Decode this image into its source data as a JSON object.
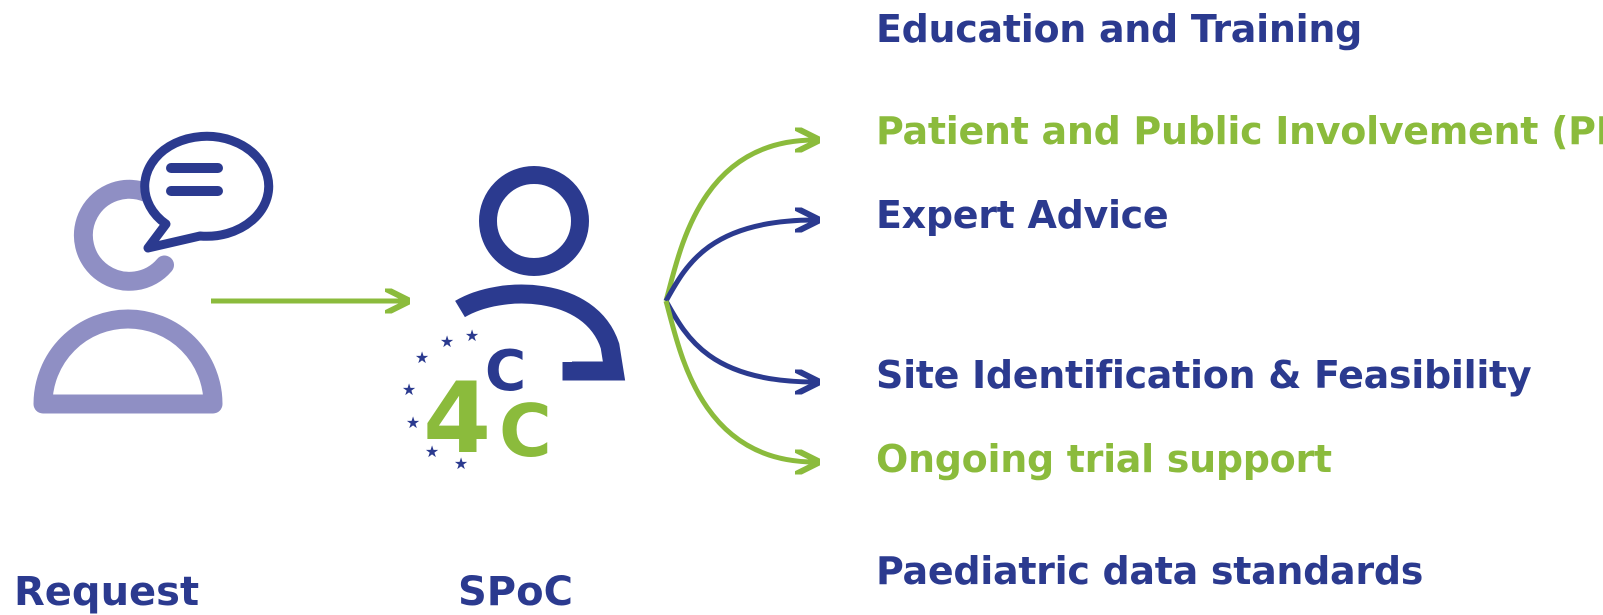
{
  "colors": {
    "navy": "#2b3a8f",
    "green": "#8bbb3c",
    "lavender": "#8f8fc4"
  },
  "icons": {
    "requester": "person-with-speech-bubble-icon",
    "spoc": "person-icon",
    "logo": "4c-logo"
  },
  "logo": {
    "text_big": "4",
    "text_c_top": "C",
    "text_c_bottom": "C"
  },
  "labels": {
    "request": "Request",
    "spoc": "SPoC"
  },
  "services": [
    {
      "label": "Education and Training",
      "color": "navy"
    },
    {
      "label": "Patient and Public Involvement (PPI)",
      "color": "green"
    },
    {
      "label": "Expert Advice",
      "color": "navy"
    },
    {
      "label": "Site Identification & Feasibility",
      "color": "navy"
    },
    {
      "label": "Ongoing trial support",
      "color": "green"
    },
    {
      "label": "Paediatric data standards",
      "color": "navy"
    }
  ]
}
